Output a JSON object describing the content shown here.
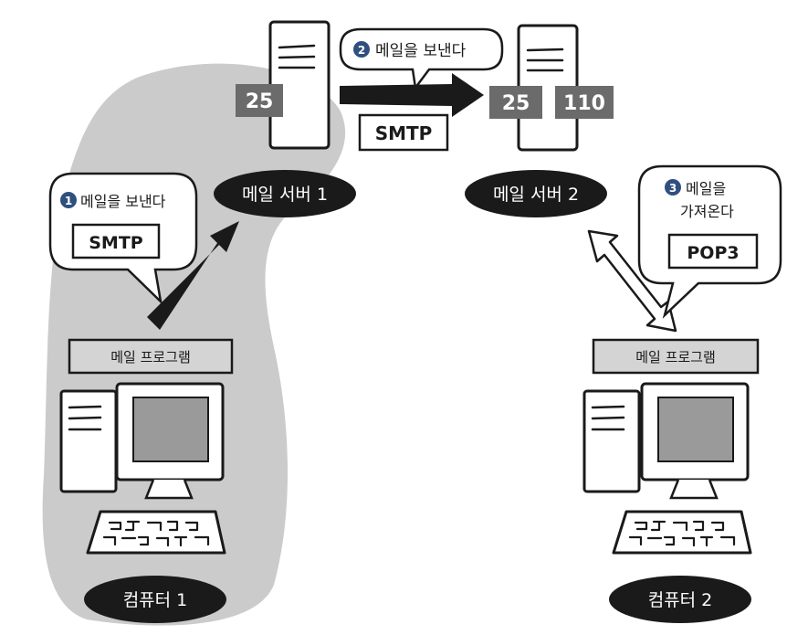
{
  "colors": {
    "ink": "#1a1a1a",
    "shade": "#cbcbcb",
    "port_box": "#6b6b6b",
    "label_bar": "#d4d4d4",
    "screen": "#9a9a9a",
    "step_badge": "#2f4f7f",
    "white": "#ffffff"
  },
  "server1": {
    "label": "메일 서버 1",
    "port": "25"
  },
  "server2": {
    "label": "메일 서버 2",
    "port_smtp": "25",
    "port_pop": "110"
  },
  "transfer": {
    "step_number": "2",
    "step_text": "메일을 보낸다",
    "protocol": "SMTP"
  },
  "send": {
    "step_number": "1",
    "step_text": "메일을 보낸다",
    "protocol": "SMTP"
  },
  "receive": {
    "step_number": "3",
    "step_text_line1": "메일을",
    "step_text_line2": "가져온다",
    "protocol": "POP3"
  },
  "computer1": {
    "label": "컴퓨터 1",
    "program_label": "메일 프로그램"
  },
  "computer2": {
    "label": "컴퓨터 2",
    "program_label": "메일 프로그램"
  }
}
